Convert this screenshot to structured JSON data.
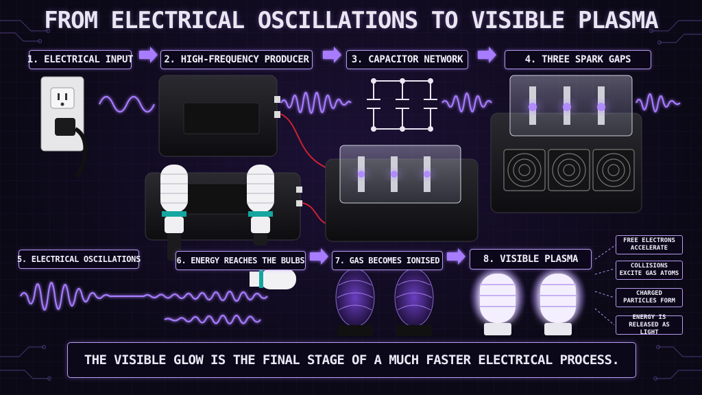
{
  "title": "FROM ELECTRICAL OSCILLATIONS TO VISIBLE PLASMA",
  "steps": {
    "s1": "1. ELECTRICAL INPUT",
    "s2": "2. HIGH-FREQUENCY PRODUCER",
    "s3": "3. CAPACITOR NETWORK",
    "s4": "4. THREE SPARK GAPS",
    "s5": "5. ELECTRICAL OSCILLATIONS",
    "s6": "6. ENERGY REACHES THE BULBS",
    "s7": "7. GAS BECOMES IONISED",
    "s8": "8. VISIBLE PLASMA"
  },
  "notes": {
    "n1": "FREE ELECTRONS ACCELERATE",
    "n2": "COLLISIONS EXCITE GAS ATOMS",
    "n3": "CHARGED PARTICLES FORM",
    "n4": "ENERGY IS RELEASED AS LIGHT"
  },
  "footer": "THE VISIBLE GLOW IS THE FINAL STAGE OF A MUCH FASTER ELECTRICAL PROCESS.",
  "colors": {
    "accent": "#a77bff",
    "glow": "#c8a8ff",
    "border": "#b99cf2",
    "background": "#0b0916"
  },
  "icons": [
    "wall-outlet-icon",
    "black-case-icon",
    "capacitor-icon",
    "spark-gap-icon",
    "fan-icon",
    "cfl-bulb-icon",
    "wave-icon",
    "arrow-icon",
    "circuit-trace-icon"
  ]
}
